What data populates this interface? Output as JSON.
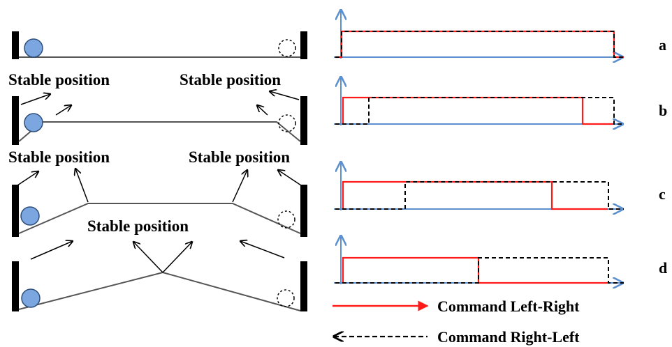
{
  "labels": {
    "stable_1_left": "Stable position",
    "stable_1_right": "Stable position",
    "stable_2_left": "Stable position",
    "stable_2_right": "Stable position",
    "stable_3_center": "Stable position"
  },
  "rows": [
    {
      "letter": "a"
    },
    {
      "letter": "b"
    },
    {
      "letter": "c"
    },
    {
      "letter": "d"
    }
  ],
  "legend": {
    "left_right": "Command Left-Right",
    "right_left": "Command Right-Left"
  },
  "colors": {
    "left_right": "#ff1a1a",
    "right_left": "#000000",
    "axis": "#5b8fd0",
    "ball": "#7ba6e0"
  }
}
